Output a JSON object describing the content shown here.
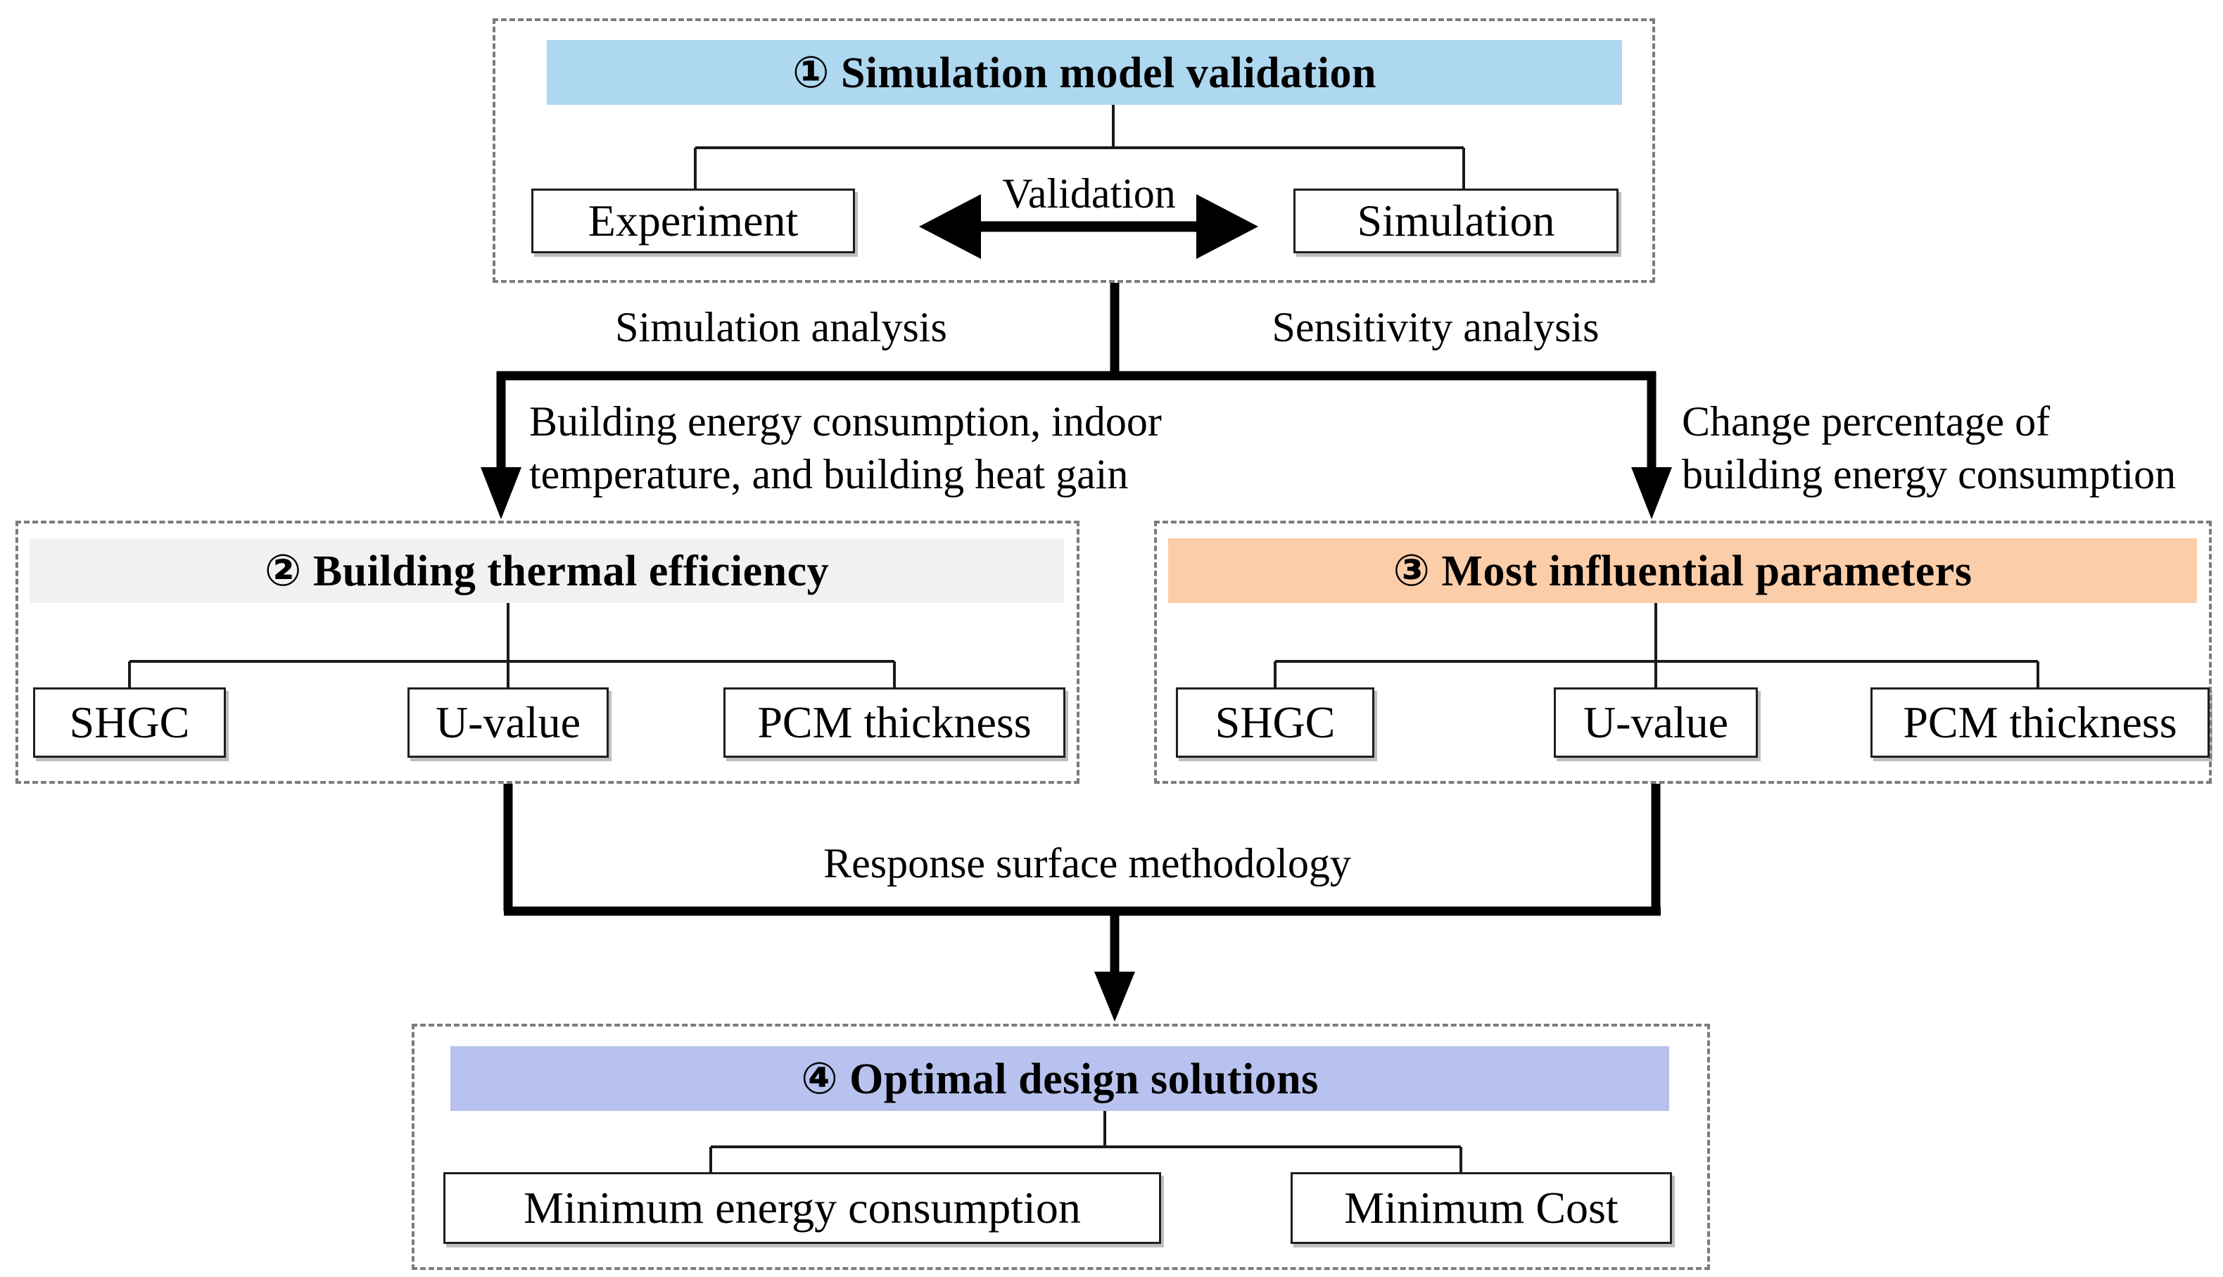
{
  "diagram": {
    "background": "#ffffff",
    "dash_border_color": "#7c7c7c",
    "line_color": "#000000",
    "step1": {
      "title": "① Simulation model validation",
      "title_bg": "#aed7f0",
      "left_child": "Experiment",
      "right_child": "Simulation",
      "arrow_label": "Validation"
    },
    "branch_left": {
      "label": "Simulation analysis",
      "annotation": "Building energy consumption, indoor\ntemperature, and building heat gain"
    },
    "branch_right": {
      "label": "Sensitivity analysis",
      "annotation": "Change percentage of\nbuilding energy consumption"
    },
    "step2": {
      "title": "② Building thermal efficiency",
      "title_bg": "#f1f1f1",
      "children": [
        "SHGC",
        "U-value",
        "PCM thickness"
      ]
    },
    "step3": {
      "title": "③ Most influential parameters",
      "title_bg": "#fccda9",
      "children": [
        "SHGC",
        "U-value",
        "PCM thickness"
      ]
    },
    "merge_label": "Response surface methodology",
    "step4": {
      "title": "④ Optimal design solutions",
      "title_bg": "#b8c2ee",
      "children": [
        "Minimum energy consumption",
        "Minimum Cost"
      ]
    }
  }
}
